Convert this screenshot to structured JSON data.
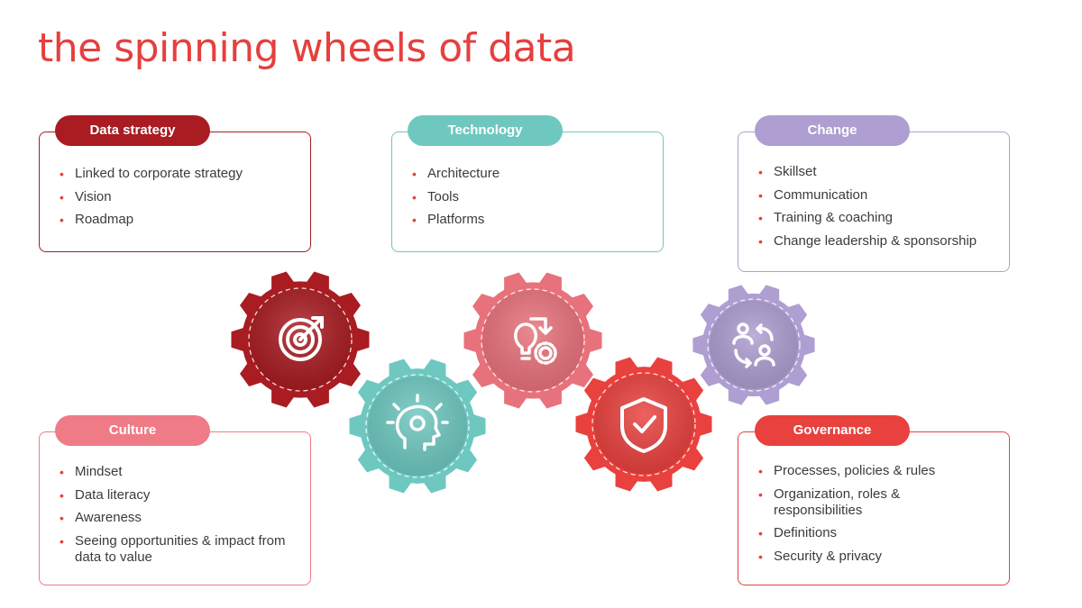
{
  "title": "the spinning wheels of data",
  "colors": {
    "title": "#e5403e",
    "bullet": "#e5403e",
    "data_strategy": "#a81c22",
    "technology": "#6ec8c0",
    "change": "#ae9ed1",
    "culture": "#ef7b87",
    "governance": "#e9413e",
    "technology_gear": "#e8727b"
  },
  "panels": {
    "data_strategy": {
      "label": "Data strategy",
      "items": [
        "Linked to corporate strategy",
        "Vision",
        "Roadmap"
      ]
    },
    "technology": {
      "label": "Technology",
      "items": [
        "Architecture",
        "Tools",
        "Platforms"
      ]
    },
    "change": {
      "label": "Change",
      "items": [
        "Skillset",
        "Communication",
        "Training & coaching",
        "Change leadership & sponsorship"
      ]
    },
    "culture": {
      "label": "Culture",
      "items": [
        "Mindset",
        "Data literacy",
        "Awareness",
        "Seeing opportunities & impact from data to value"
      ]
    },
    "governance": {
      "label": "Governance",
      "items": [
        "Processes, policies & rules",
        "Organization, roles & responsibilities",
        "Definitions",
        "Security & privacy"
      ]
    }
  },
  "gears": [
    {
      "key": "data_strategy",
      "icon": "target-arrow-icon",
      "color": "#a81c22"
    },
    {
      "key": "culture",
      "icon": "head-gear-icon",
      "color": "#6ec8c0"
    },
    {
      "key": "technology",
      "icon": "lightbulb-gear-icon",
      "color": "#e8727b"
    },
    {
      "key": "governance",
      "icon": "shield-check-icon",
      "color": "#e9413e"
    },
    {
      "key": "change",
      "icon": "people-exchange-icon",
      "color": "#ae9ed1"
    }
  ]
}
